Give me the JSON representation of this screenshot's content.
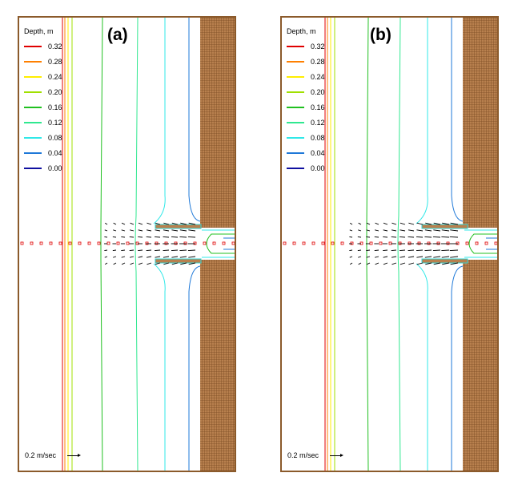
{
  "colors": {
    "frame": "#8b5a2b",
    "wall": "#b8804e",
    "wall_grid": "#7a4a22",
    "marker": "#e00000"
  },
  "legend": {
    "title": "Depth, m",
    "items": [
      {
        "label": "0.32",
        "color": "#e00000"
      },
      {
        "label": "0.28",
        "color": "#ff8000"
      },
      {
        "label": "0.24",
        "color": "#ffee00"
      },
      {
        "label": "0.20",
        "color": "#a0e000"
      },
      {
        "label": "0.16",
        "color": "#20c020"
      },
      {
        "label": "0.12",
        "color": "#30e890"
      },
      {
        "label": "0.08",
        "color": "#30e8e8"
      },
      {
        "label": "0.04",
        "color": "#1e78d8"
      },
      {
        "label": "0.00",
        "color": "#1010a0"
      }
    ]
  },
  "panels": [
    {
      "label": "(a)",
      "scale_label": "0.2 m/sec"
    },
    {
      "label": "(b)",
      "scale_label": "0.2 m/sec"
    }
  ]
}
